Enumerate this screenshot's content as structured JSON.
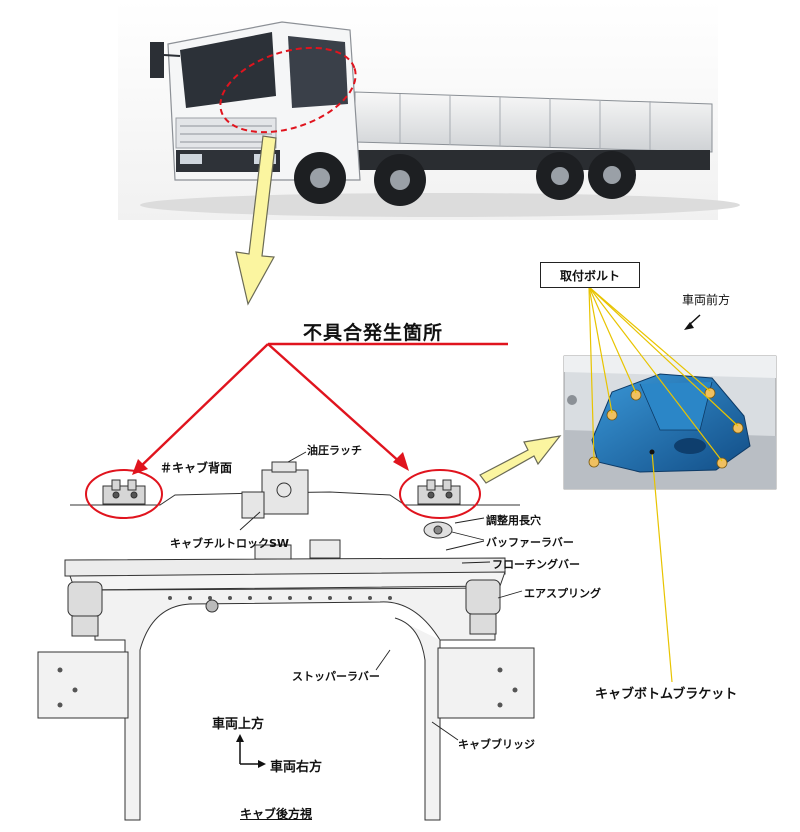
{
  "title": "不具合発生箇所",
  "bolt_label": "取付ボルト",
  "vehicle_front": "車両前方",
  "bracket_label": "キャブボトムブラケット",
  "callouts": {
    "cab_back": "＃キャブ背面",
    "hydraulic_latch": "油圧ラッチ",
    "tilt_lock_sw": "キャブチルトロックSW",
    "adjust_hole": "調整用長穴",
    "buffer_rubber": "バッファーラバー",
    "floating_bar": "フローチングバー",
    "air_spring": "エアスプリング",
    "stopper_rubber": "ストッパーラバー",
    "cab_bridge": "キャブブリッジ"
  },
  "axes": {
    "up": "車両上方",
    "right": "車両右方"
  },
  "view_caption": "キャブ後方視",
  "colors": {
    "highlight_red": "#e0141e",
    "arrow_yellow": "#fbf5a0",
    "leader_yellow": "#e8c400",
    "bracket_blue": "#1f6fb5"
  }
}
